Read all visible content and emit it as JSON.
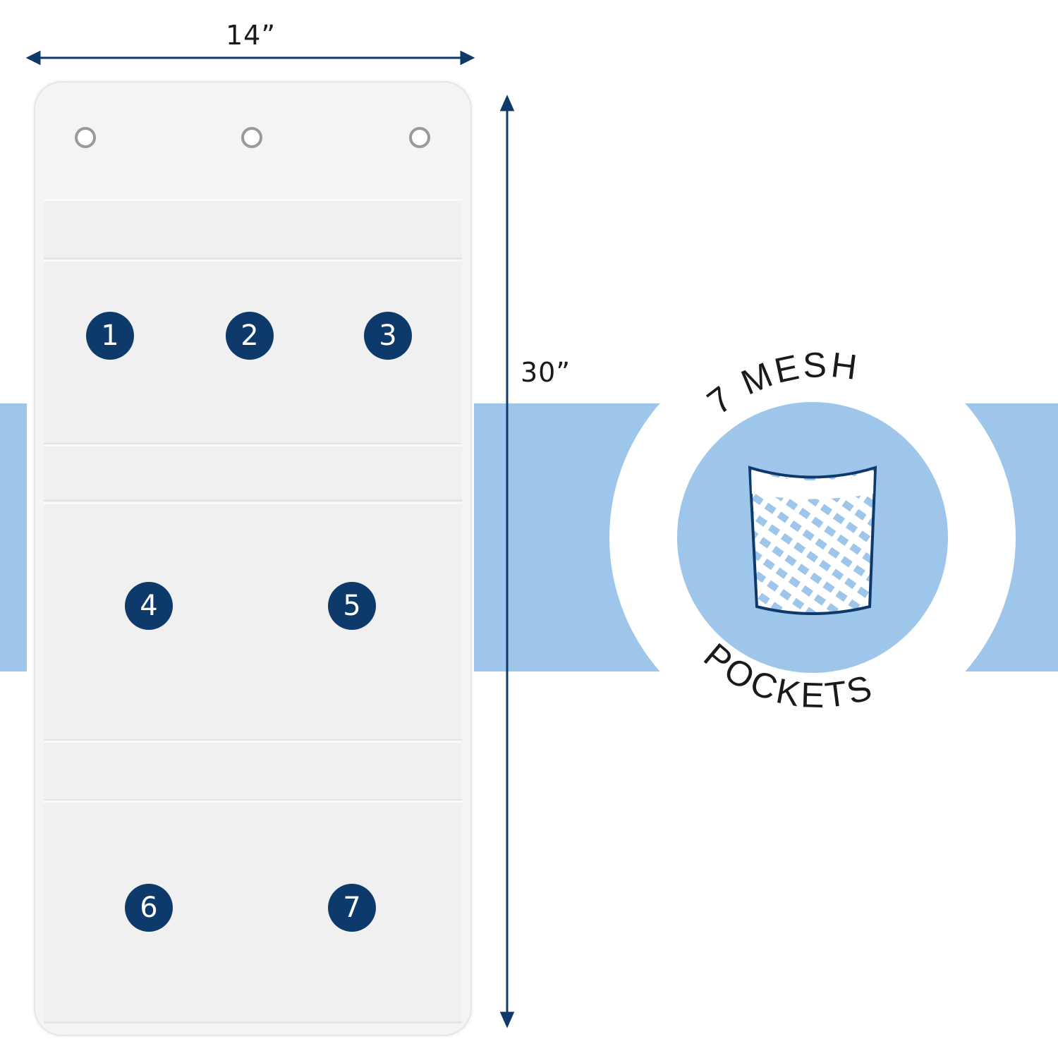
{
  "dimensions": {
    "width_label": "14”",
    "height_label": "30”"
  },
  "pockets": [
    "1",
    "2",
    "3",
    "4",
    "5",
    "6",
    "7"
  ],
  "feature": {
    "top_text": "7 MESH",
    "bottom_text": "POCKETS",
    "icon": "mesh-pocket-icon"
  },
  "colors": {
    "navy": "#0d3a6b",
    "light_blue": "#9dc6ea"
  }
}
